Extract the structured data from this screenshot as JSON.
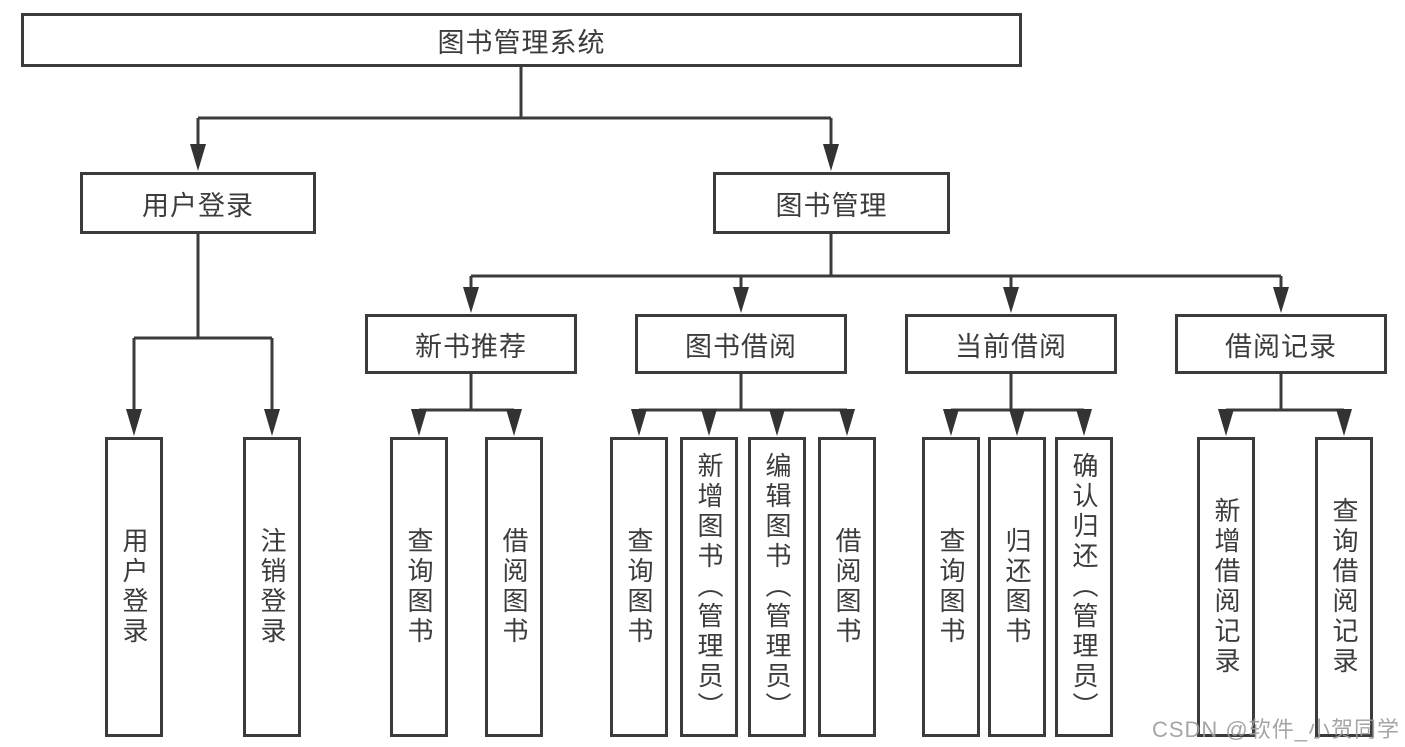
{
  "tree": {
    "label": "图书管理系统",
    "children": [
      {
        "label": "用户登录",
        "children": [
          {
            "label": "用户登录"
          },
          {
            "label": "注销登录"
          }
        ]
      },
      {
        "label": "图书管理",
        "children": [
          {
            "label": "新书推荐",
            "children": [
              {
                "label": "查询图书"
              },
              {
                "label": "借阅图书"
              }
            ]
          },
          {
            "label": "图书借阅",
            "children": [
              {
                "label": "查询图书"
              },
              {
                "label": "新增图书（管理员）"
              },
              {
                "label": "编辑图书（管理员）"
              },
              {
                "label": "借阅图书"
              }
            ]
          },
          {
            "label": "当前借阅",
            "children": [
              {
                "label": "查询图书"
              },
              {
                "label": "归还图书"
              },
              {
                "label": "确认归还（管理员）"
              }
            ]
          },
          {
            "label": "借阅记录",
            "children": [
              {
                "label": "新增借阅记录"
              },
              {
                "label": "查询借阅记录"
              }
            ]
          }
        ]
      }
    ]
  },
  "watermark": {
    "text": "CSDN @软件_小贺同学"
  },
  "colors": {
    "line": "#3b3b3b",
    "node_border": "#3b3b3b",
    "text": "#3c3c3c",
    "watermark": "#9c9c9c",
    "background": "#ffffff"
  }
}
